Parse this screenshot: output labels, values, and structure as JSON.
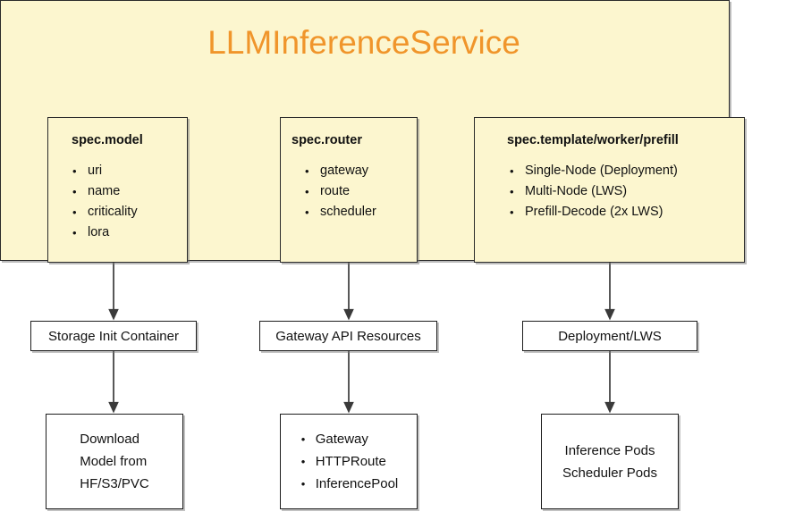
{
  "diagram": {
    "title": "LLMInferenceService",
    "title_color": "#f0952b",
    "container_fill": "#fcf6cf",
    "border_color": "#2b2b2b",
    "spec_boxes": [
      {
        "title": "spec.model",
        "items": [
          "uri",
          "name",
          "criticality",
          "lora"
        ]
      },
      {
        "title": "spec.router",
        "items": [
          "gateway",
          "route",
          "scheduler"
        ]
      },
      {
        "title": "spec.template/worker/prefill",
        "items": [
          "Single-Node (Deployment)",
          "Multi-Node (LWS)",
          "Prefill-Decode (2x LWS)"
        ]
      }
    ],
    "middle_boxes": [
      {
        "label": "Storage Init Container"
      },
      {
        "label": "Gateway API Resources"
      },
      {
        "label": "Deployment/LWS"
      }
    ],
    "leaf_boxes": [
      {
        "kind": "lines",
        "lines": [
          "Download",
          "Model from",
          "HF/S3/PVC"
        ]
      },
      {
        "kind": "list",
        "items": [
          "Gateway",
          "HTTPRoute",
          "InferencePool"
        ]
      },
      {
        "kind": "lines",
        "lines": [
          "Inference Pods",
          "Scheduler Pods"
        ]
      }
    ]
  }
}
